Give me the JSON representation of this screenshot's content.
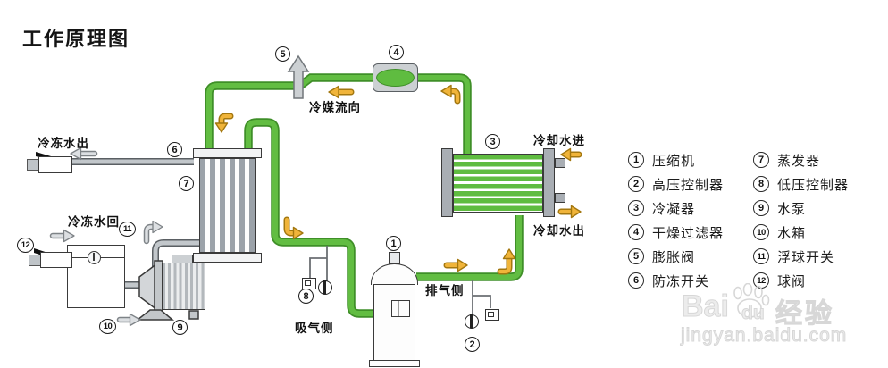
{
  "title": "工作原理图",
  "labels": {
    "refrigerant_flow": "冷媒流向",
    "chilled_water_out": "冷冻水出",
    "chilled_water_return": "冷冻水回",
    "cooling_water_in": "冷却水进",
    "cooling_water_out": "冷却水出",
    "suction_side": "吸气侧",
    "discharge_side": "排气侧"
  },
  "callouts": {
    "c1": "1",
    "c2": "2",
    "c3": "3",
    "c4": "4",
    "c5": "5",
    "c6": "6",
    "c7": "7",
    "c8": "8",
    "c9": "9",
    "c10": "10",
    "c11": "11",
    "c12": "12"
  },
  "legend": {
    "left": [
      {
        "num": "1",
        "label": "压缩机"
      },
      {
        "num": "2",
        "label": "高压控制器"
      },
      {
        "num": "3",
        "label": "冷凝器"
      },
      {
        "num": "4",
        "label": "干燥过滤器"
      },
      {
        "num": "5",
        "label": "膨胀阀"
      },
      {
        "num": "6",
        "label": "防冻开关"
      }
    ],
    "right": [
      {
        "num": "7",
        "label": "蒸发器"
      },
      {
        "num": "8",
        "label": "低压控制器"
      },
      {
        "num": "9",
        "label": "水泵"
      },
      {
        "num": "10",
        "label": "水箱"
      },
      {
        "num": "11",
        "label": "浮球开关"
      },
      {
        "num": "12",
        "label": "球阀"
      }
    ]
  },
  "watermark": {
    "brand_left": "Bai",
    "brand_right": "du",
    "suffix": "经验",
    "url": "jingyan.baidu.com"
  },
  "colors": {
    "pipe_green": "#62bd42",
    "pipe_gray": "#c2c7cb",
    "arrow_yellow": "#f0b43a",
    "arrow_gray": "#dcdfe2"
  }
}
